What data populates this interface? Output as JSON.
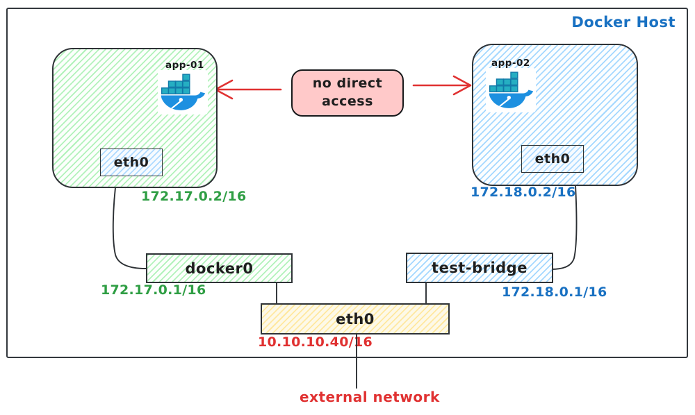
{
  "diagram": {
    "host_label": "Docker Host",
    "containers": [
      {
        "name": "app-01",
        "interface": "eth0",
        "ip": "172.17.0.2/16"
      },
      {
        "name": "app-02",
        "interface": "eth0",
        "ip": "172.18.0.2/16"
      }
    ],
    "bridges": [
      {
        "label": "docker0",
        "ip": "172.17.0.1/16"
      },
      {
        "label": "test-bridge",
        "ip": "172.18.0.1/16"
      }
    ],
    "host_interface": {
      "label": "eth0",
      "ip": "10.10.10.40/16"
    },
    "annotation": {
      "line1": "no direct",
      "line2": "access"
    },
    "external_label": "external network",
    "icons": [
      "docker-logo-icon",
      "no-access-arrow-left-icon",
      "no-access-arrow-right-icon"
    ],
    "colors": {
      "host_label_blue": "#1971c2",
      "green_text": "#2f9e44",
      "blue_text": "#1971c2",
      "red": "#e03131",
      "container_green_hatch": "#b2f2bb",
      "container_blue_hatch": "#a5d8ff",
      "host_eth_yellow_hatch": "#ffe8a0",
      "annotation_pink": "#ffc9c9",
      "stroke_dark": "#2f3337",
      "docker_blue": "#1d90e0",
      "docker_container_teal": "#25aec2"
    }
  }
}
